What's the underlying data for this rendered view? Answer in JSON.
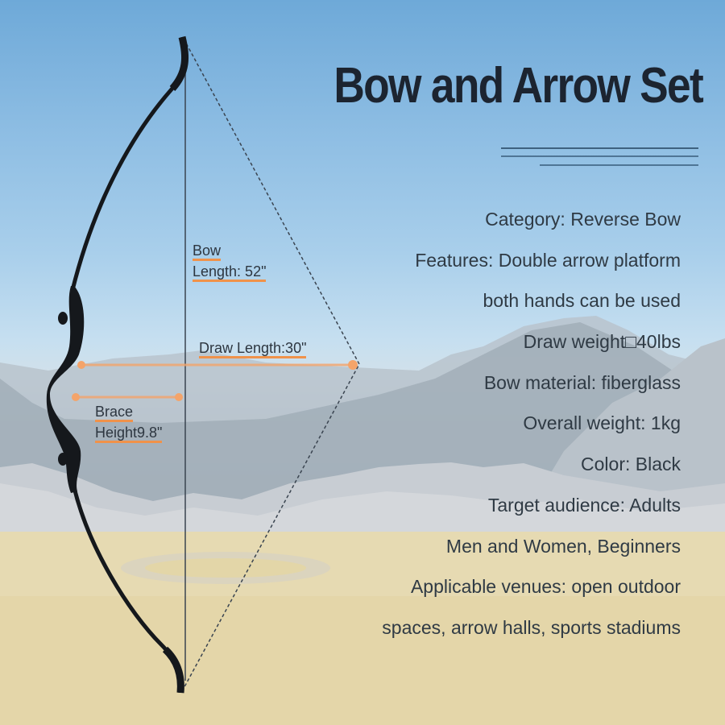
{
  "title": "Bow and Arrow Set",
  "specs": [
    "Category: Reverse Bow",
    "Features: Double arrow platform",
    "both hands can be used",
    "Draw weight□40lbs",
    "Bow material: fiberglass",
    "Overall weight: 1kg",
    "Color: Black",
    "Target audience: Adults",
    "Men and Women, Beginners",
    "Applicable venues: open outdoor",
    "spaces, arrow halls, sports stadiums"
  ],
  "dimensions": {
    "bow_length": {
      "line1": "Bow",
      "line2": "Length: 52\""
    },
    "draw_length": "Draw Length:30\"",
    "brace_height": {
      "line1": "Brace",
      "line2": "Height9.8\""
    }
  },
  "colors": {
    "accent": "#f0924a",
    "title": "#1c2430",
    "text": "#2f3a44",
    "bow": "#15181c"
  }
}
